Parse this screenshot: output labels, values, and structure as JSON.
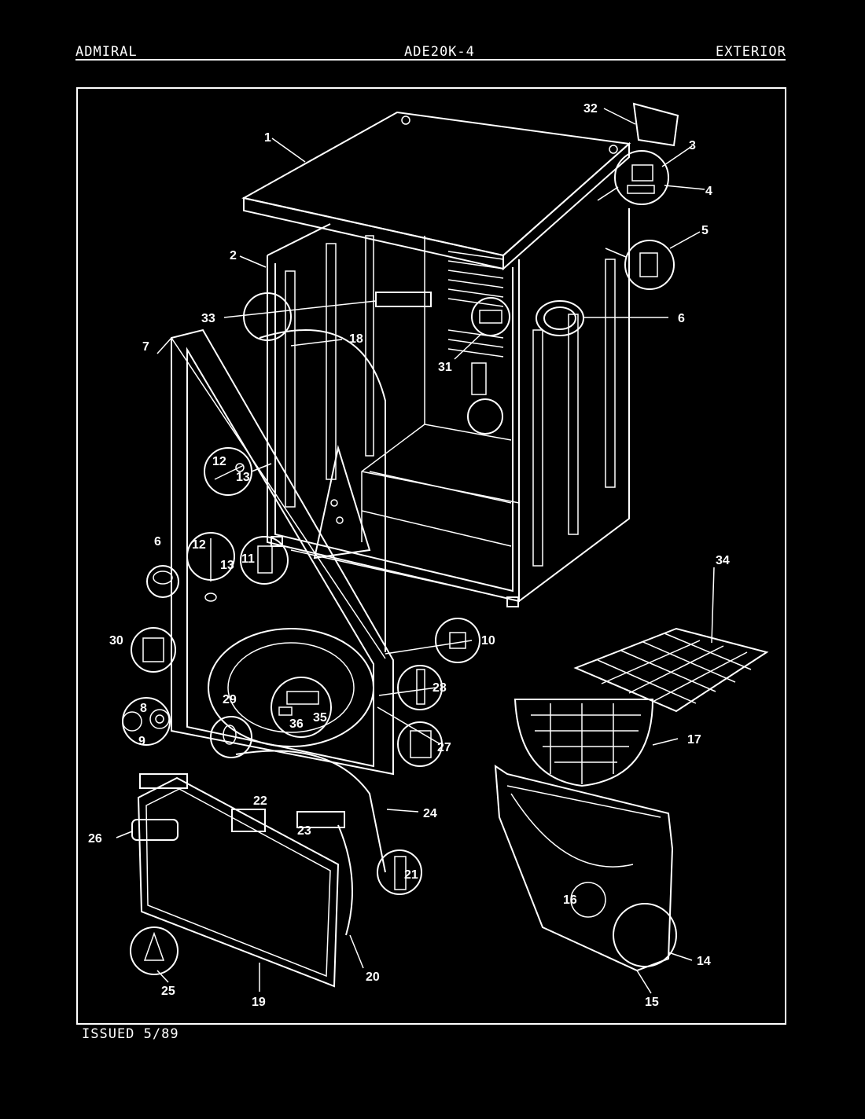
{
  "header": {
    "brand": "ADMIRAL",
    "model": "ADE20K-4",
    "section": "EXTERIOR"
  },
  "footer": {
    "issued": "ISSUED 5/89"
  },
  "labels": {
    "p1": "1",
    "p2": "2",
    "p3": "3",
    "p4": "4",
    "p5": "5",
    "p6": "6",
    "p6b": "6",
    "p7": "7",
    "p8": "8",
    "p9": "9",
    "p10": "10",
    "p11": "11",
    "p12": "12",
    "p12b": "12",
    "p13": "13",
    "p13b": "13",
    "p14": "14",
    "p15": "15",
    "p16": "16",
    "p17": "17",
    "p18": "18",
    "p19": "19",
    "p20": "20",
    "p21": "21",
    "p22": "22",
    "p23": "23",
    "p24": "24",
    "p25": "25",
    "p26": "26",
    "p27": "27",
    "p28": "28",
    "p29": "29",
    "p30": "30",
    "p31": "31",
    "p32": "32",
    "p33": "33",
    "p34": "34",
    "p35": "35",
    "p36": "36"
  }
}
